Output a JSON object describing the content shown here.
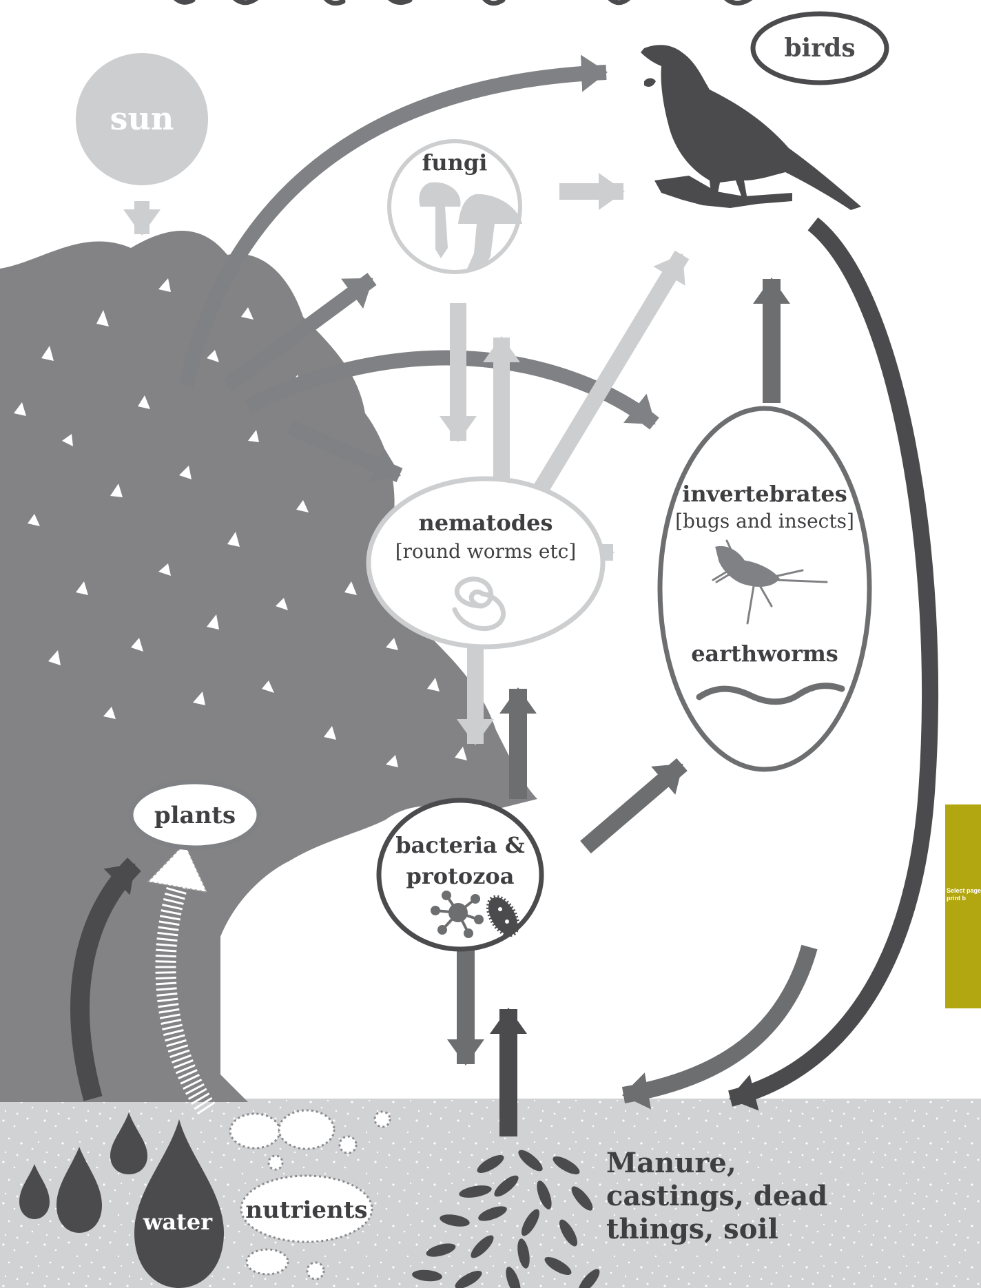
{
  "labels": {
    "title_partial": "",
    "sun": "sun",
    "birds": "birds",
    "fungi": "fungi",
    "nematodes": "nematodes",
    "nematodes_sub": "[round worms etc]",
    "invertebrates": "invertebrates",
    "invertebrates_sub": "[bugs and insects]",
    "earthworms": "earthworms",
    "plants": "plants",
    "bacteria_line1": "bacteria &",
    "bacteria_line2": "protozoa",
    "water": "water",
    "nutrients": "nutrients",
    "manure_line1": "Manure,",
    "manure_line2": "castings, dead",
    "manure_line3": "things, soil"
  },
  "side_tab": {
    "text": "Select page print b"
  },
  "colors": {
    "light_gray": "#cdcecf",
    "mid_gray": "#808184",
    "dark_gray": "#4b4b4d",
    "tree_gray": "#838385",
    "soil_gray": "#d1d2d4",
    "accent_olive": "#b3a711"
  },
  "icons": [
    "sun-icon",
    "bird-icon",
    "mushroom-icon",
    "nematode-icon",
    "cricket-icon",
    "earthworm-icon",
    "bacteria-icon",
    "protozoa-icon",
    "water-drop-icon",
    "tree-icon"
  ]
}
